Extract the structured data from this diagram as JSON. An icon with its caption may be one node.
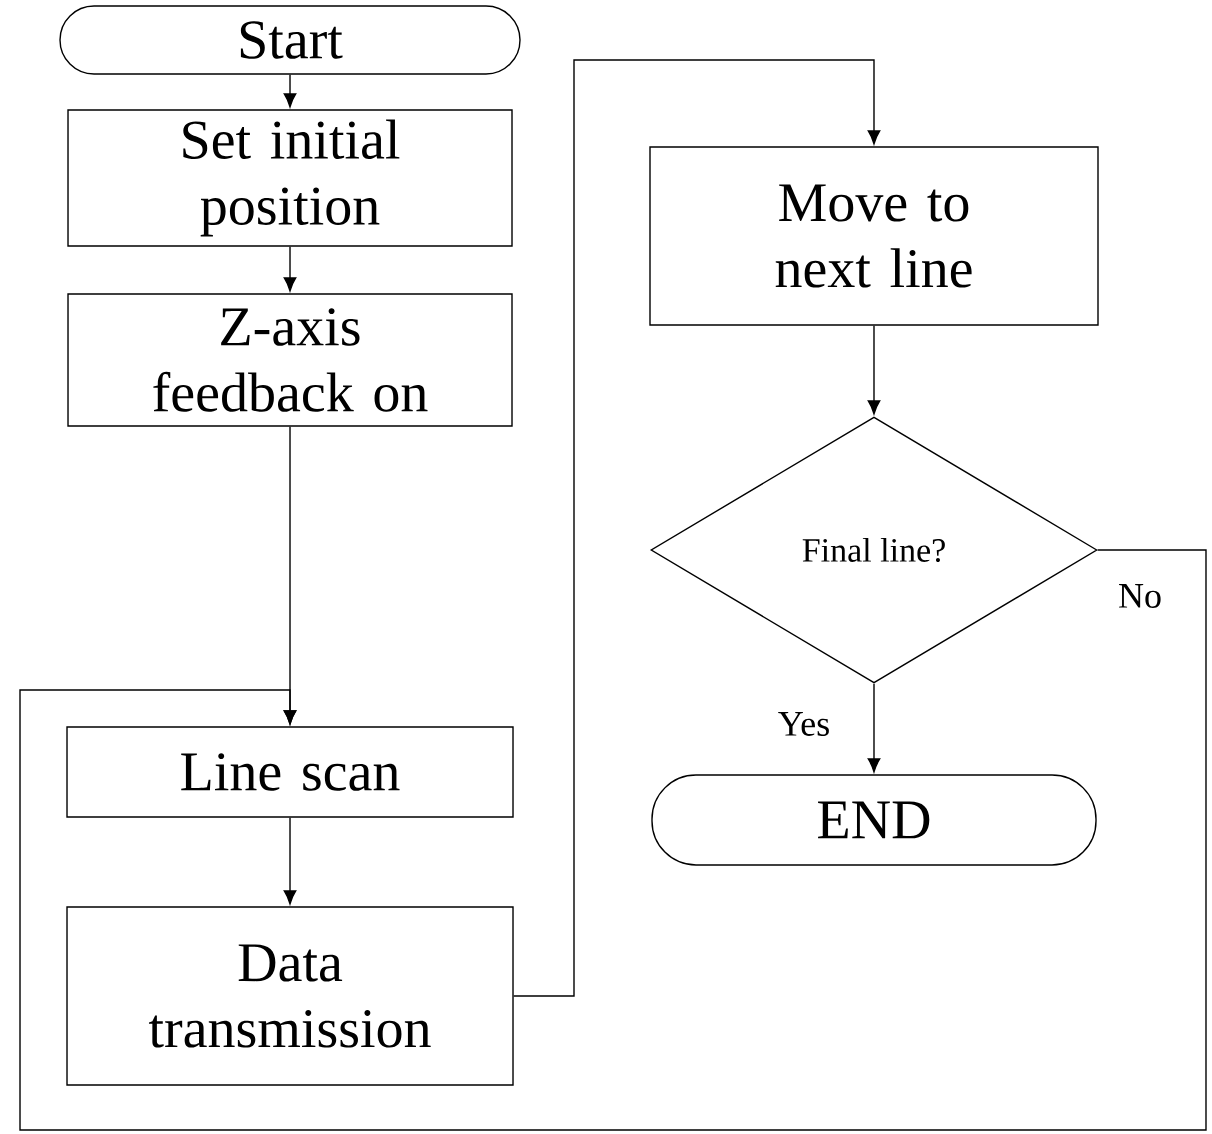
{
  "diagram": {
    "nodes": [
      {
        "text": [
          "Start"
        ]
      },
      {
        "text": [
          "Set initial position"
        ]
      },
      {
        "text": [
          "Z-axis feedback on"
        ]
      },
      {
        "text": [
          "Line scan"
        ]
      },
      {
        "text": [
          "Data transmission"
        ]
      },
      {
        "text": [
          "Move to next line"
        ]
      },
      {
        "text": [
          "Final line?"
        ]
      },
      {
        "text": [
          "END"
        ]
      }
    ],
    "edges": [
      {
        "from": 0,
        "to": 1,
        "arrow": "to"
      },
      {
        "from": 1,
        "to": 2,
        "arrow": "to"
      },
      {
        "from": 2,
        "to": 3,
        "arrow": "to"
      },
      {
        "from": 3,
        "to": 4,
        "arrow": "to"
      },
      {
        "from": 4,
        "to": 5,
        "arrow": "to"
      },
      {
        "from": 5,
        "to": 6,
        "arrow": "to"
      },
      {
        "from": 6,
        "to": 7,
        "arrow": "to",
        "label": "Yes"
      },
      {
        "from": 6,
        "to": 3,
        "arrow": "to",
        "label": "No"
      }
    ]
  }
}
